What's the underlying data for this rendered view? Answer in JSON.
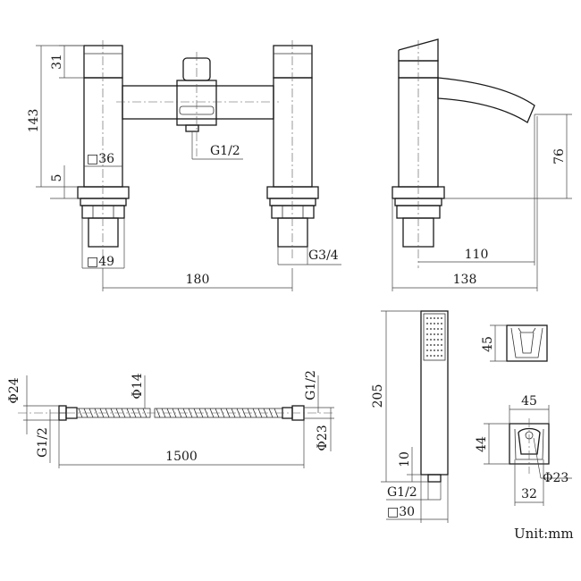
{
  "labels": {
    "d31": "31",
    "d143": "143",
    "d36": "□36",
    "g12_spout": "G1/2",
    "d5": "5",
    "d49": "□49",
    "d180": "180",
    "g34": "G3/4",
    "d76": "76",
    "d110": "110",
    "d138": "138",
    "d24": "Φ24",
    "d14": "Φ14",
    "g12_hose_right": "G1/2",
    "g12_hose_left": "G1/2",
    "d1500": "1500",
    "d23_hose": "Φ23",
    "d205": "205",
    "d10": "10",
    "g12_handset": "G1/2",
    "d30": "□30",
    "d45_holder": "45",
    "d45_width": "45",
    "d44": "44",
    "d23_holder": "Φ23",
    "d32": "32"
  },
  "unit": "Unit:mm"
}
